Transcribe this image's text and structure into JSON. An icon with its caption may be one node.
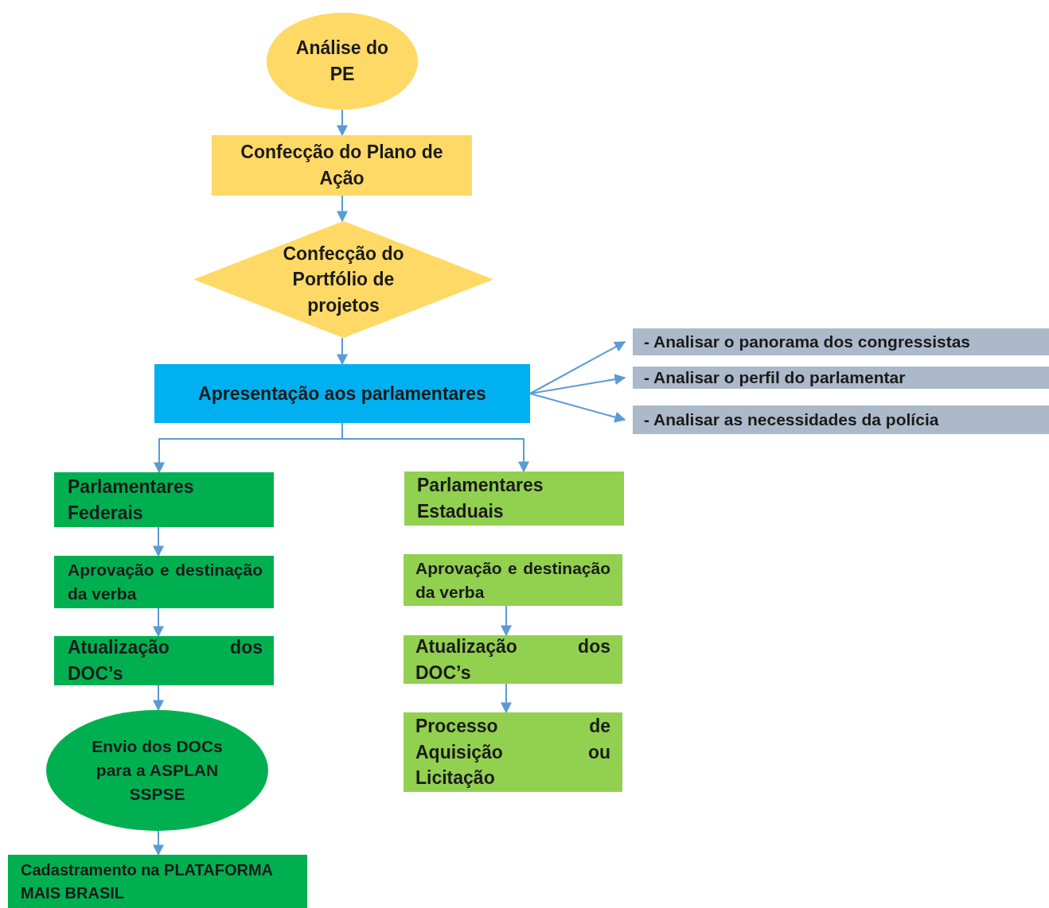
{
  "diagram": {
    "nodes": [
      {
        "text": [
          "Análise do PE"
        ]
      },
      {
        "text": [
          "Confecção do Plano de Ação"
        ]
      },
      {
        "text": [
          "Confecção do Portfólio de projetos"
        ]
      },
      {
        "text": [
          "Apresentação aos parlamentares"
        ]
      },
      {
        "text": [
          "- Analisar o panorama dos congressistas"
        ]
      },
      {
        "text": [
          "- Analisar o perfil do parlamentar"
        ]
      },
      {
        "text": [
          "- Analisar as necessidades da polícia"
        ]
      },
      {
        "text": [
          "Parlamentares Federais"
        ]
      },
      {
        "text": [
          "Parlamentares Estaduais"
        ]
      },
      {
        "text": [
          "Aprovação e destinação da verba"
        ]
      },
      {
        "text": [
          "Atualização dos DOC’s"
        ]
      },
      {
        "text": [
          "Envio dos DOCs para a ASPLAN SSPSE"
        ]
      },
      {
        "text": [
          "Cadastramento na PLATAFORMA MAIS BRASIL"
        ]
      },
      {
        "text": [
          "Aprovação e destinação da verba"
        ]
      },
      {
        "text": [
          "Atualização dos DOC’s"
        ]
      },
      {
        "text": [
          "Processo de Aquisição ou Licitação"
        ]
      }
    ],
    "edges": [
      {
        "from": 0,
        "to": 1,
        "arrow": "to"
      },
      {
        "from": 1,
        "to": 2,
        "arrow": "to"
      },
      {
        "from": 2,
        "to": 3,
        "arrow": "to"
      },
      {
        "from": 3,
        "to": 4,
        "arrow": "to"
      },
      {
        "from": 3,
        "to": 5,
        "arrow": "to"
      },
      {
        "from": 3,
        "to": 6,
        "arrow": "to"
      },
      {
        "from": 3,
        "to": 7,
        "arrow": "to"
      },
      {
        "from": 3,
        "to": 8,
        "arrow": "to"
      },
      {
        "from": 7,
        "to": 9,
        "arrow": "to"
      },
      {
        "from": 9,
        "to": 10,
        "arrow": "to"
      },
      {
        "from": 10,
        "to": 11,
        "arrow": "to"
      },
      {
        "from": 11,
        "to": 12,
        "arrow": "to"
      },
      {
        "from": 13,
        "to": 14,
        "arrow": "to"
      },
      {
        "from": 14,
        "to": 15,
        "arrow": "to"
      }
    ]
  }
}
